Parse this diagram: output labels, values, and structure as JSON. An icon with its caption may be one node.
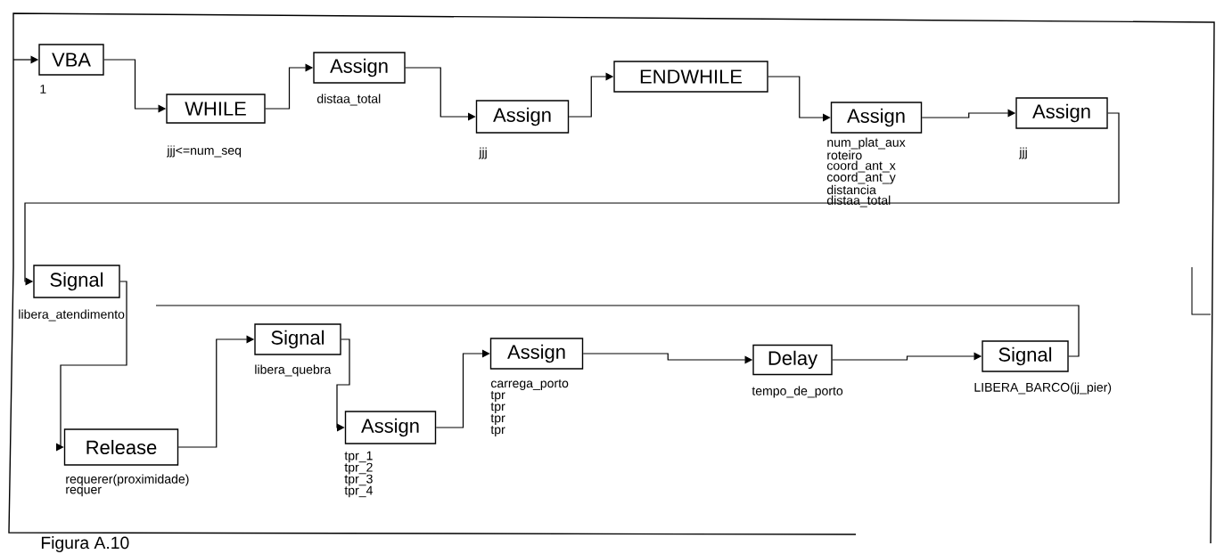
{
  "diagram": {
    "caption": "Figura A.10",
    "nodes": [
      {
        "text": [
          "VBA"
        ],
        "beside": [
          "1"
        ]
      },
      {
        "text": [
          "WHILE"
        ],
        "beside": [
          "jjj<=num_seq"
        ]
      },
      {
        "text": [
          "Assign"
        ],
        "beside": [
          "distaa_total"
        ]
      },
      {
        "text": [
          "Assign"
        ],
        "beside": [
          "jjj"
        ]
      },
      {
        "text": [
          "ENDWHILE"
        ]
      },
      {
        "text": [
          "Assign"
        ],
        "beside": [
          "num_plat_aux",
          "roteiro",
          "coord_ant_x",
          "coord_ant_y",
          "distancia",
          "distaa_total"
        ]
      },
      {
        "text": [
          "Assign"
        ],
        "beside": [
          "jjj"
        ]
      },
      {
        "text": [
          "Signal"
        ],
        "beside": [
          "libera_atendimento"
        ]
      },
      {
        "text": [
          "Release"
        ],
        "beside": [
          "requerer(proximidade)",
          "requer"
        ]
      },
      {
        "text": [
          "Signal"
        ],
        "beside": [
          "libera_quebra"
        ]
      },
      {
        "text": [
          "Assign"
        ],
        "beside": [
          "tpr_1",
          "tpr_2",
          "tpr_3",
          "tpr_4"
        ]
      },
      {
        "text": [
          "Assign"
        ],
        "beside": [
          "carrega_porto",
          "tpr",
          "tpr",
          "tpr",
          "tpr"
        ]
      },
      {
        "text": [
          "Delay"
        ],
        "beside": [
          "tempo_de_porto"
        ]
      },
      {
        "text": [
          "Signal"
        ],
        "beside": [
          "LIBERA_BARCO(jj_pier)"
        ]
      }
    ],
    "edges": [
      {
        "from": null,
        "to": 0,
        "arrow": "to"
      },
      {
        "from": 0,
        "to": 1,
        "arrow": "to"
      },
      {
        "from": 1,
        "to": 2,
        "arrow": "to"
      },
      {
        "from": 2,
        "to": 3,
        "arrow": "to"
      },
      {
        "from": 3,
        "to": 4,
        "arrow": "to"
      },
      {
        "from": 4,
        "to": 5,
        "arrow": "to"
      },
      {
        "from": 5,
        "to": 6,
        "arrow": "to"
      },
      {
        "from": 6,
        "to": 7,
        "arrow": "to"
      },
      {
        "from": 7,
        "to": 8,
        "arrow": "to"
      },
      {
        "from": 8,
        "to": 9,
        "arrow": "to"
      },
      {
        "from": 9,
        "to": 10,
        "arrow": "to"
      },
      {
        "from": 10,
        "to": 11,
        "arrow": "to"
      },
      {
        "from": 11,
        "to": 12,
        "arrow": "to"
      },
      {
        "from": 12,
        "to": 13,
        "arrow": "to"
      },
      {
        "from": 13,
        "to": null,
        "arrow": "none"
      }
    ]
  }
}
